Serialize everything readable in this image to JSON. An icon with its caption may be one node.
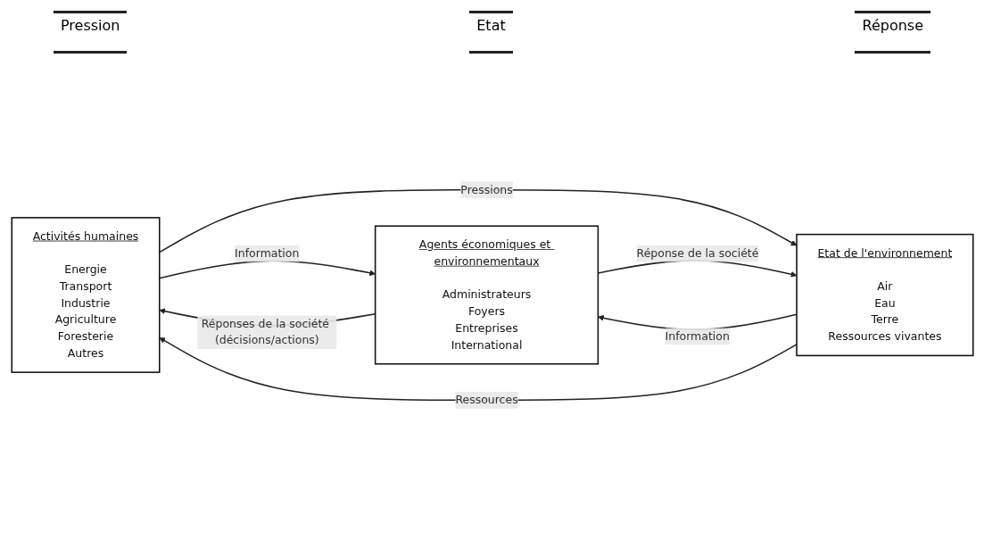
{
  "diagram": {
    "nodes": [
      {
        "text": [
          "Activités humaines",
          "Energie",
          "Transport",
          "Industrie",
          "Agriculture",
          "Foresterie",
          "Autres"
        ]
      },
      {
        "text": [
          "Etat de l'environnement",
          "Air",
          "Eau",
          "Terre",
          "Ressources vivantes"
        ]
      },
      {
        "text": [
          "Agents économiques et environnementaux",
          "Administrateurs",
          "Foyers",
          "Entreprises",
          "International"
        ]
      }
    ],
    "edges": [
      {
        "from": 0,
        "to": 2,
        "label": "Information",
        "arrow": "to"
      },
      {
        "from": 0,
        "to": 1,
        "label": "Pressions",
        "arrow": "to"
      },
      {
        "from": 1,
        "to": 2,
        "label": "Information",
        "arrow": "to"
      },
      {
        "from": 1,
        "to": 0,
        "label": "Ressources",
        "arrow": "to"
      },
      {
        "from": 2,
        "to": 1,
        "label": "Réponse de la société",
        "arrow": "to"
      },
      {
        "from": 2,
        "to": 0,
        "label": "Réponses de la société (décisions/actions)",
        "arrow": "to"
      }
    ],
    "labels": [
      "Pression",
      "Etat",
      "Réponse"
    ]
  }
}
